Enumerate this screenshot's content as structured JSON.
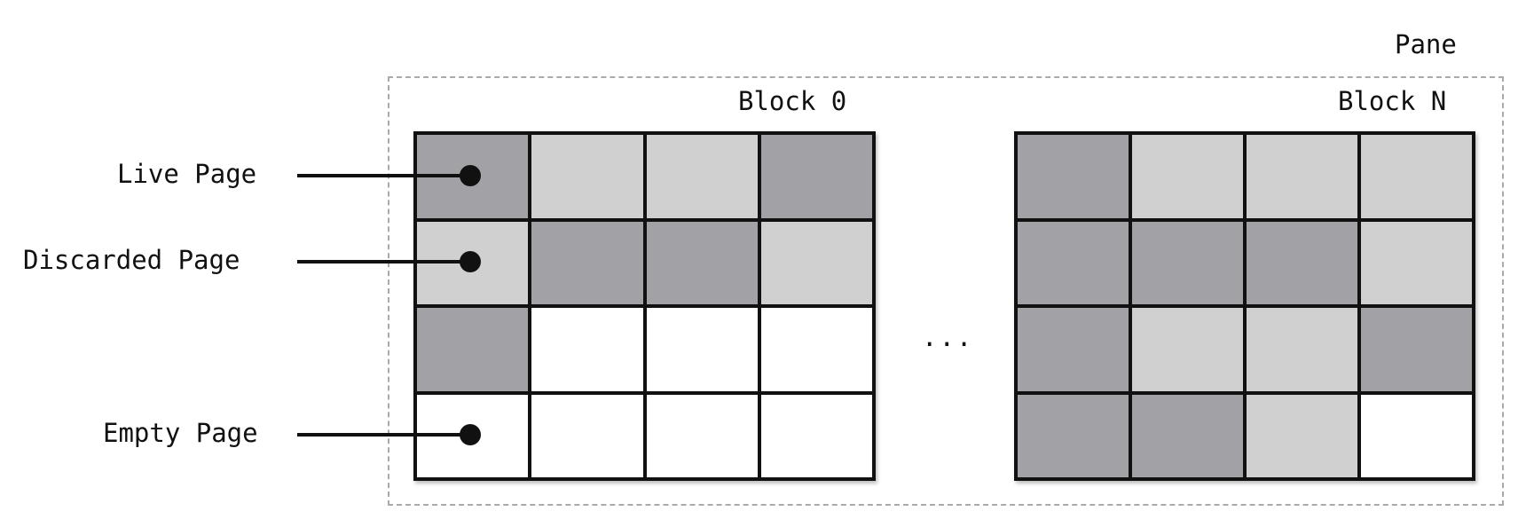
{
  "colors": {
    "live": "#a2a1a6",
    "discarded": "#d0d0d0",
    "empty": "#ffffff",
    "border": "#111111",
    "pane_border": "#aaaaaa"
  },
  "pane": {
    "label": "Pane"
  },
  "blocks": [
    {
      "label": "Block 0",
      "cells": [
        [
          "live",
          "discarded",
          "discarded",
          "live"
        ],
        [
          "discarded",
          "live",
          "live",
          "discarded"
        ],
        [
          "live",
          "empty",
          "empty",
          "empty"
        ],
        [
          "empty",
          "empty",
          "empty",
          "empty"
        ]
      ]
    },
    {
      "label": "Block N",
      "cells": [
        [
          "live",
          "discarded",
          "discarded",
          "discarded"
        ],
        [
          "live",
          "live",
          "live",
          "discarded"
        ],
        [
          "live",
          "discarded",
          "discarded",
          "live"
        ],
        [
          "live",
          "live",
          "discarded",
          "empty"
        ]
      ]
    }
  ],
  "ellipsis": "...",
  "legend": [
    {
      "label": "Live Page",
      "kind": "live"
    },
    {
      "label": "Discarded Page",
      "kind": "discarded"
    },
    {
      "label": "Empty Page",
      "kind": "empty"
    }
  ]
}
